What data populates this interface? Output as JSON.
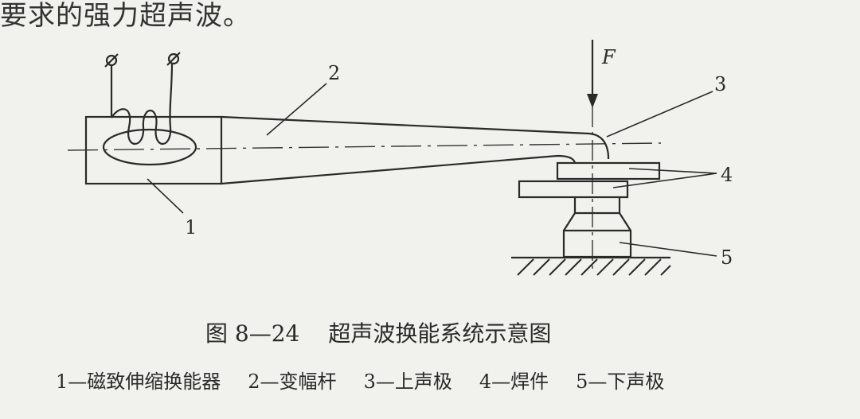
{
  "top_text": "要求的强力超声波。",
  "figure": {
    "caption_number": "图 8—24",
    "caption_title": "超声波换能系统示意图",
    "labels": {
      "force": "F",
      "n1": "1",
      "n2": "2",
      "n3": "3",
      "n4": "4",
      "n5": "5"
    },
    "legend": [
      "1—磁致伸缩换能器",
      "2—变幅杆",
      "3—上声极",
      "4—焊件",
      "5—下声极"
    ]
  }
}
